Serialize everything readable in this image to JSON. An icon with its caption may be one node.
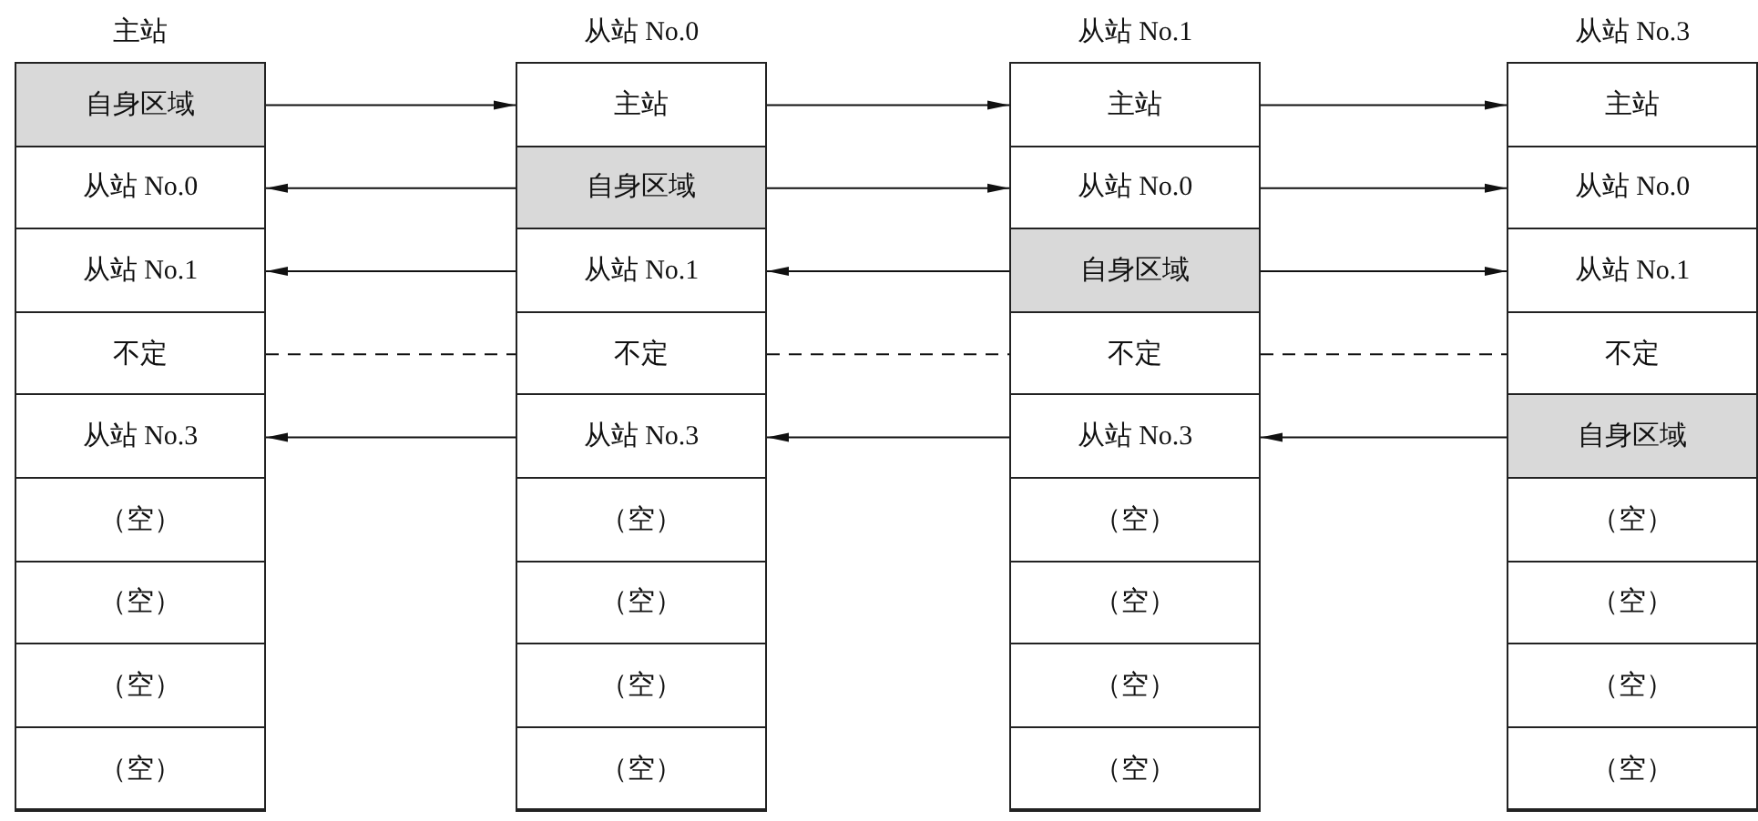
{
  "diagram": {
    "nodes": [
      {
        "text": [
          "主站"
        ]
      },
      {
        "text": [
          "自身区域"
        ],
        "in": 0
      },
      {
        "text": [
          "从站 No.0"
        ],
        "in": 0
      },
      {
        "text": [
          "从站 No.1"
        ],
        "in": 0
      },
      {
        "text": [
          "不定"
        ],
        "in": 0
      },
      {
        "text": [
          "从站 No.3"
        ],
        "in": 0
      },
      {
        "text": [
          "（空）"
        ],
        "in": 0
      },
      {
        "text": [
          "（空）"
        ],
        "in": 0
      },
      {
        "text": [
          "（空）"
        ],
        "in": 0
      },
      {
        "text": [
          "（空）"
        ],
        "in": 0
      },
      {
        "text": [
          "从站 No.0"
        ]
      },
      {
        "text": [
          "主站"
        ],
        "in": 10
      },
      {
        "text": [
          "自身区域"
        ],
        "in": 10
      },
      {
        "text": [
          "从站 No.1"
        ],
        "in": 10
      },
      {
        "text": [
          "不定"
        ],
        "in": 10
      },
      {
        "text": [
          "从站 No.3"
        ],
        "in": 10
      },
      {
        "text": [
          "（空）"
        ],
        "in": 10
      },
      {
        "text": [
          "（空）"
        ],
        "in": 10
      },
      {
        "text": [
          "（空）"
        ],
        "in": 10
      },
      {
        "text": [
          "（空）"
        ],
        "in": 10
      },
      {
        "text": [
          "从站 No.1"
        ]
      },
      {
        "text": [
          "主站"
        ],
        "in": 20
      },
      {
        "text": [
          "从站 No.0"
        ],
        "in": 20
      },
      {
        "text": [
          "自身区域"
        ],
        "in": 20
      },
      {
        "text": [
          "不定"
        ],
        "in": 20
      },
      {
        "text": [
          "从站 No.3"
        ],
        "in": 20
      },
      {
        "text": [
          "（空）"
        ],
        "in": 20
      },
      {
        "text": [
          "（空）"
        ],
        "in": 20
      },
      {
        "text": [
          "（空）"
        ],
        "in": 20
      },
      {
        "text": [
          "（空）"
        ],
        "in": 20
      },
      {
        "text": [
          "从站 No.3"
        ]
      },
      {
        "text": [
          "主站"
        ],
        "in": 30
      },
      {
        "text": [
          "从站 No.0"
        ],
        "in": 30
      },
      {
        "text": [
          "从站 No.1"
        ],
        "in": 30
      },
      {
        "text": [
          "不定"
        ],
        "in": 30
      },
      {
        "text": [
          "自身区域"
        ],
        "in": 30
      },
      {
        "text": [
          "（空）"
        ],
        "in": 30
      },
      {
        "text": [
          "（空）"
        ],
        "in": 30
      },
      {
        "text": [
          "（空）"
        ],
        "in": 30
      },
      {
        "text": [
          "（空）"
        ],
        "in": 30
      }
    ],
    "edges": [
      {
        "from": 1,
        "to": 11,
        "arrow": "to"
      },
      {
        "from": 11,
        "to": 21,
        "arrow": "to"
      },
      {
        "from": 21,
        "to": 31,
        "arrow": "to"
      },
      {
        "from": 12,
        "to": 2,
        "arrow": "to"
      },
      {
        "from": 12,
        "to": 22,
        "arrow": "to"
      },
      {
        "from": 22,
        "to": 32,
        "arrow": "to"
      },
      {
        "from": 13,
        "to": 3,
        "arrow": "to"
      },
      {
        "from": 23,
        "to": 13,
        "arrow": "to"
      },
      {
        "from": 23,
        "to": 33,
        "arrow": "to"
      },
      {
        "from": 4,
        "to": 14,
        "arrow": "none",
        "style": "dashed"
      },
      {
        "from": 14,
        "to": 24,
        "arrow": "none",
        "style": "dashed"
      },
      {
        "from": 24,
        "to": 34,
        "arrow": "none",
        "style": "dashed"
      },
      {
        "from": 15,
        "to": 5,
        "arrow": "to"
      },
      {
        "from": 25,
        "to": 15,
        "arrow": "to"
      },
      {
        "from": 35,
        "to": 25,
        "arrow": "to"
      }
    ]
  }
}
